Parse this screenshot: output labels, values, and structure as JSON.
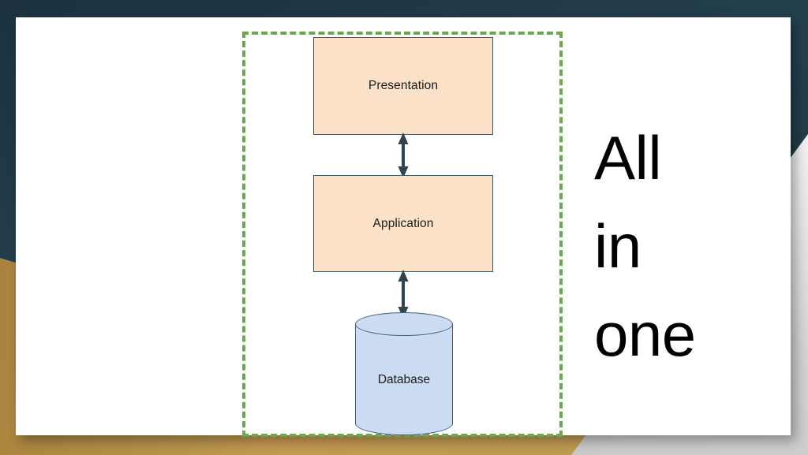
{
  "slide": {
    "headline_lines": [
      "All",
      "in",
      "one"
    ],
    "theme": {
      "background_navy": "#203541",
      "accent_gold": "#bd9a52",
      "accent_gray": "#d2d2d2",
      "slide_surface": "#ffffff",
      "group_boundary_green": "#6aa84f",
      "tier_fill_peach": "#fbe1c8",
      "tier_border": "#41555f",
      "database_fill_blue": "#ccdcf2",
      "database_border": "#41607f",
      "arrow_color": "#2e4450",
      "text_color": "#1a1a1a"
    }
  },
  "diagram": {
    "group_boundary": {
      "name": "all-in-one-boundary",
      "style": "dashed",
      "color": "#6aa84f"
    },
    "tiers": [
      {
        "id": "presentation",
        "label": "Presentation",
        "shape": "rectangle"
      },
      {
        "id": "application",
        "label": "Application",
        "shape": "rectangle"
      },
      {
        "id": "database",
        "label": "Database",
        "shape": "cylinder"
      }
    ],
    "connectors": [
      {
        "id": "presentation-application",
        "from": "presentation",
        "to": "application",
        "arrowheads": "both"
      },
      {
        "id": "application-database",
        "from": "application",
        "to": "database",
        "arrowheads": "both"
      }
    ]
  }
}
